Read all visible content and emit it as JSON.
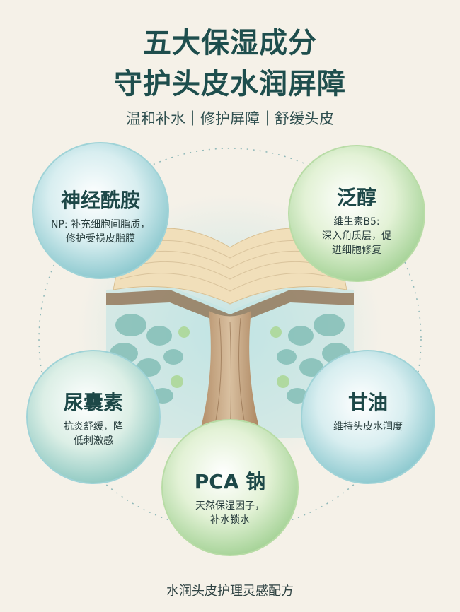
{
  "header": {
    "title_line1": "五大保湿成分",
    "title_line2": "守护头皮水润屏障",
    "subtitle": "温和补水｜修护屏障｜舒缓头皮"
  },
  "ingredients": [
    {
      "name": "神经酰胺",
      "desc_line1": "NP: 补充细胞间脂质，",
      "desc_line2": "修护受损皮脂膜"
    },
    {
      "name": "泛醇",
      "desc_line1": "维生素B5:",
      "desc_line2": "深入角质层，促",
      "desc_line3": "进细胞修复"
    },
    {
      "name": "尿囊素",
      "desc_line1": "抗炎舒缓，降",
      "desc_line2": "低刺激感"
    },
    {
      "name": "甘油",
      "desc_line1": "维持头皮水润度"
    },
    {
      "name": "PCA 钠",
      "desc_line1": "天然保湿因子，",
      "desc_line2": "补水锁水"
    }
  ],
  "footer": {
    "text": "水润头皮护理灵感配方"
  },
  "colors": {
    "background": "#f5f1e8",
    "title": "#1e4e4d",
    "bubble_blue": "#bfe3e6",
    "bubble_green": "#d4ecc4"
  }
}
